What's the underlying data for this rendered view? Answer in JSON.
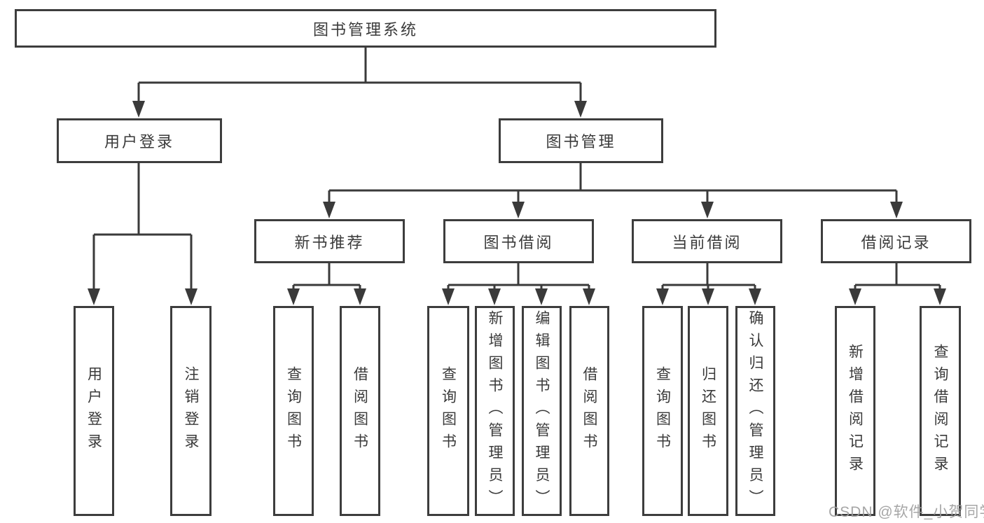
{
  "diagram": {
    "root": {
      "label": "图书管理系统"
    },
    "level2": [
      {
        "label": "用户登录"
      },
      {
        "label": "图书管理"
      }
    ],
    "level3": [
      {
        "label": "新书推荐"
      },
      {
        "label": "图书借阅"
      },
      {
        "label": "当前借阅"
      },
      {
        "label": "借阅记录"
      }
    ],
    "leaves": [
      {
        "label": "用户登录"
      },
      {
        "label": "注销登录"
      },
      {
        "label": "查询图书"
      },
      {
        "label": "借阅图书"
      },
      {
        "label": "查询图书"
      },
      {
        "label": "新增图书（管理员）"
      },
      {
        "label": "编辑图书（管理员）"
      },
      {
        "label": "借阅图书"
      },
      {
        "label": "查询图书"
      },
      {
        "label": "归还图书"
      },
      {
        "label": "确认归还（管理员）"
      },
      {
        "label": "新增借阅记录"
      },
      {
        "label": "查询借阅记录"
      }
    ]
  },
  "watermark": {
    "text": "CSDN @软件_小贺同学"
  },
  "colors": {
    "line": "#3a3a3a",
    "box_border": "#3d3d3d",
    "text": "#3a3a3a",
    "watermark": "#9e9e9e",
    "background": "#ffffff"
  }
}
